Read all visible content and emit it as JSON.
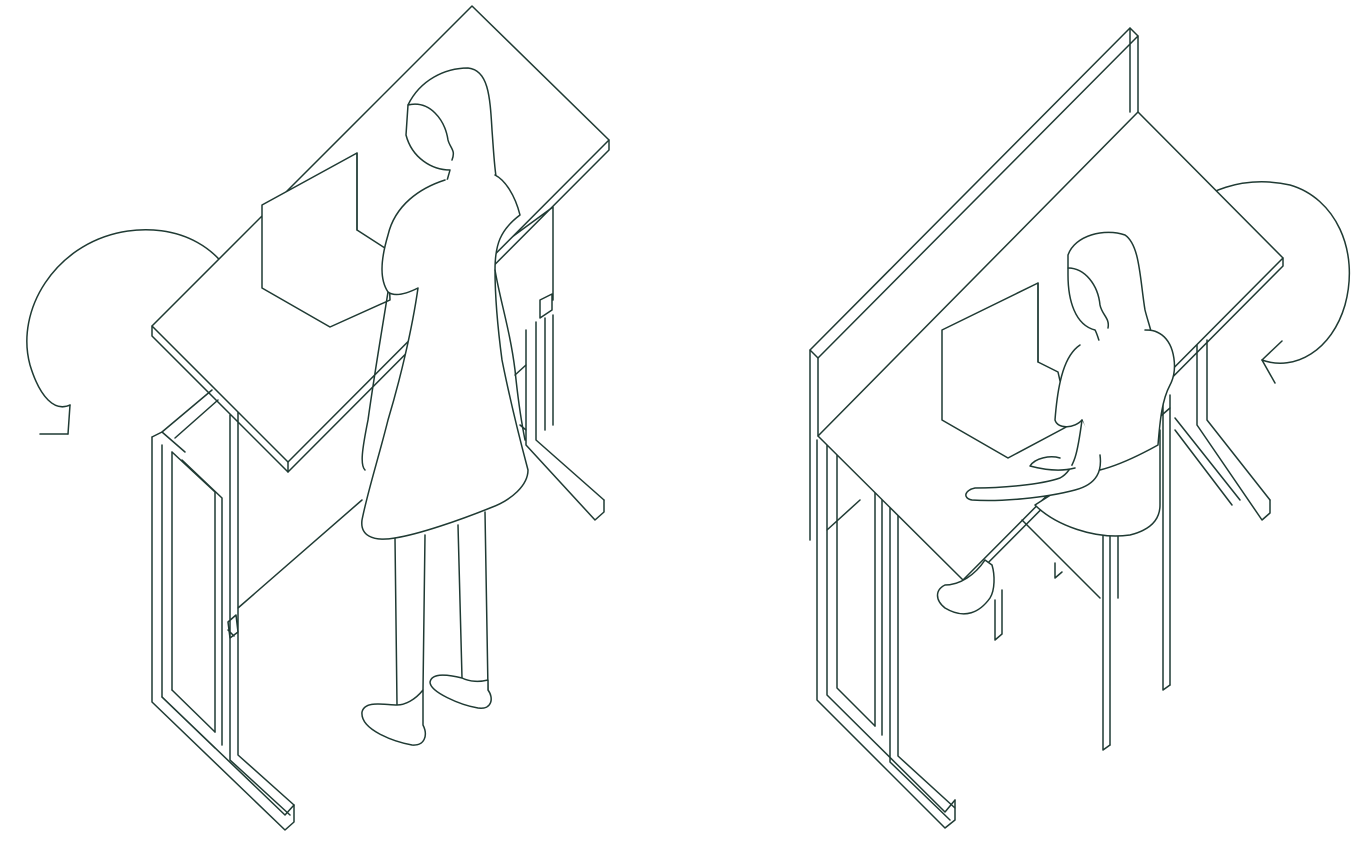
{
  "colors": {
    "ink": "#1f3a33",
    "background": "#ffffff"
  },
  "scenes": [
    {
      "mode": "standing",
      "icons": [
        "desk-frame-icon",
        "tilted-desktop-icon",
        "person-standing-icon",
        "monitor-icon",
        "rotate-arrow-icon"
      ],
      "arrow_direction": "counter-clockwise"
    },
    {
      "mode": "seated",
      "icons": [
        "desk-frame-icon",
        "privacy-panel-icon",
        "flat-desktop-icon",
        "person-sitting-icon",
        "chair-icon",
        "monitor-icon",
        "rotate-arrow-icon"
      ],
      "arrow_direction": "clockwise"
    }
  ]
}
